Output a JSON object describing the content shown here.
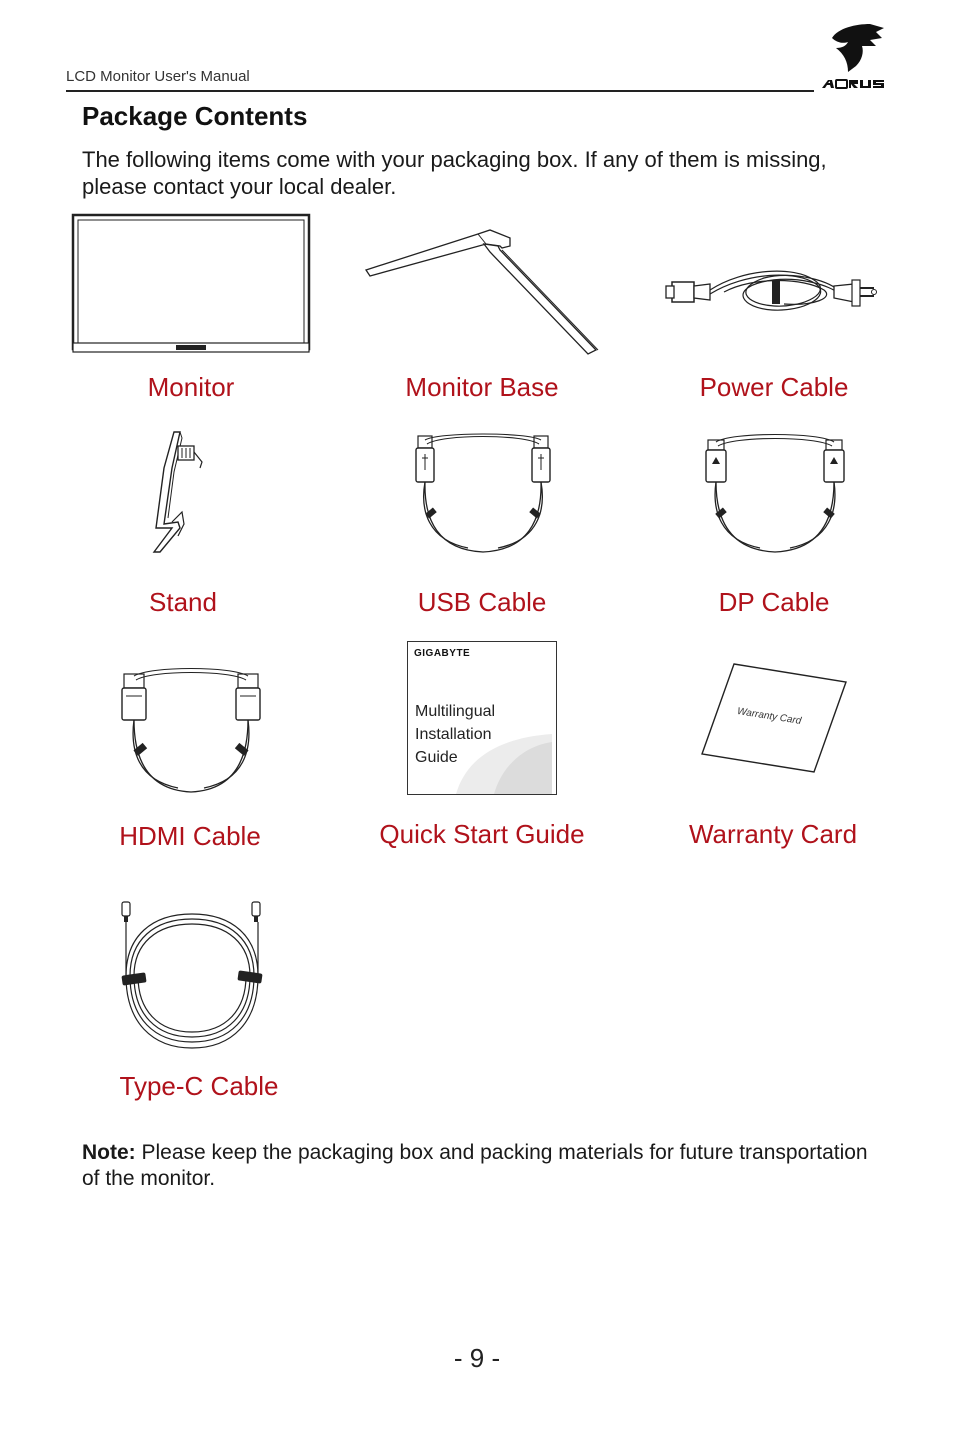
{
  "header": {
    "manual_title": "LCD Monitor User's Manual",
    "brand_logo": "aorus-logo",
    "brand_name": "AORUS"
  },
  "section": {
    "title": "Package Contents",
    "intro": "The following items come with your packaging box. If any of them is missing, please contact your local dealer."
  },
  "items": [
    {
      "label": "Monitor",
      "icon": "monitor-icon"
    },
    {
      "label": "Monitor Base",
      "icon": "monitor-base-icon"
    },
    {
      "label": "Power Cable",
      "icon": "power-cable-icon"
    },
    {
      "label": "Stand",
      "icon": "stand-icon"
    },
    {
      "label": "USB Cable",
      "icon": "usb-cable-icon"
    },
    {
      "label": "DP Cable",
      "icon": "dp-cable-icon"
    },
    {
      "label": "HDMI Cable",
      "icon": "hdmi-cable-icon"
    },
    {
      "label": "Quick Start Guide",
      "icon": "quick-start-guide-icon"
    },
    {
      "label": "Warranty Card",
      "icon": "warranty-card-icon"
    },
    {
      "label": "Type-C Cable",
      "icon": "type-c-cable-icon"
    }
  ],
  "quick_start_guide": {
    "brand": "GIGABYTE",
    "text_line1": "Multilingual",
    "text_line2": "Installation",
    "text_line3": "Guide"
  },
  "warranty_card": {
    "text": "Warranty Card"
  },
  "note": {
    "label": "Note:",
    "text": " Please keep the packaging box and packing materials for future transportation of the monitor."
  },
  "footer": {
    "page_number": "- 9 -"
  },
  "colors": {
    "label_red": "#b0121b",
    "text_dark": "#1a1a1a",
    "rule": "#222222"
  }
}
